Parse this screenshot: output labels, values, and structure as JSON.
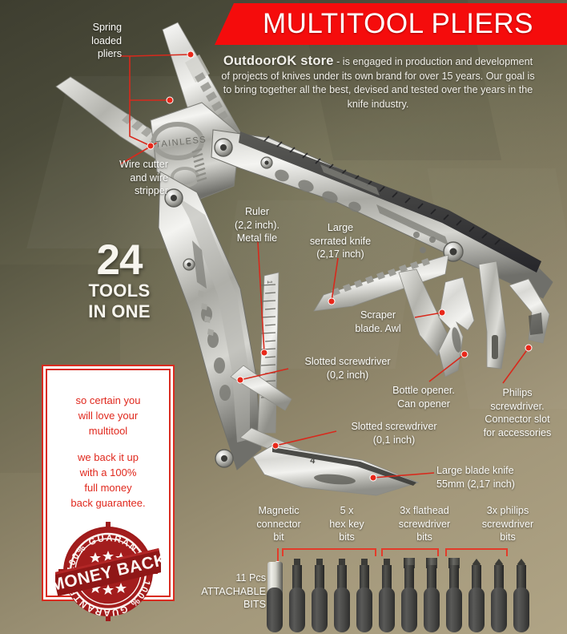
{
  "header": {
    "title": "MULTITOOL PLIERS",
    "banner_color": "#f50c0c"
  },
  "intro": {
    "brand": "OutdoorOK store",
    "body": " - is engaged in production and development of projects of knives under its own brand for over 15 years. Our goal is to bring together all the best, devised and tested over the years in the knife industry."
  },
  "tools_count": {
    "number": "24",
    "line1": "TOOLS",
    "line2": "IN ONE"
  },
  "guarantee": {
    "paragraph1": "so certain you\nwill love your\nmultitool",
    "paragraph2": "we back it up\nwith a 100%\nfull money\nback guarantee.",
    "seal": {
      "top_arc": "100% GUARANTEE",
      "bottom_arc": "100% GUARANTEE",
      "banner": "MONEY BACK",
      "color": "#9e1b1b"
    },
    "text_color": "#e0281d",
    "border_color": "#d92b20"
  },
  "callouts": [
    {
      "id": "spring-loaded-pliers",
      "text": "Spring\nloaded\npliers"
    },
    {
      "id": "wire-cutter",
      "text": "Wire cutter\nand wire\nstripper"
    },
    {
      "id": "ruler-metal-file",
      "text": "Ruler\n(2,2 inch).\nMetal file"
    },
    {
      "id": "large-serrated-knife",
      "text": "Large\nserrated knife\n(2,17 inch)"
    },
    {
      "id": "scraper-blade-awl",
      "text": "Scraper\nblade. Awl"
    },
    {
      "id": "slotted-screwdriver-02",
      "text": "Slotted screwdriver\n(0,2 inch)"
    },
    {
      "id": "bottle-can-opener",
      "text": "Bottle opener.\nCan opener"
    },
    {
      "id": "philips-screwdriver",
      "text": "Philips\nscrewdriver.\nConnector slot\nfor accessories"
    },
    {
      "id": "slotted-screwdriver-01",
      "text": "Slotted screwdriver\n(0,1 inch)"
    },
    {
      "id": "large-blade-knife",
      "text": "Large blade knife\n55mm (2,17 inch)"
    }
  ],
  "bits_section": {
    "count_label": "11 Pcs\nATTACHABLE\nBITS",
    "groups": [
      {
        "id": "magnetic-connector",
        "label": "Magnetic\nconnector\nbit",
        "count": 1
      },
      {
        "id": "hex-key",
        "label": "5 x\nhex key\nbits",
        "count": 5
      },
      {
        "id": "flathead",
        "label": "3x flathead\nscrewdriver\nbits",
        "count": 3
      },
      {
        "id": "philips",
        "label": "3x philips\nscrewdriver\nbits",
        "count": 3
      }
    ],
    "bracket_color": "#e33b2a"
  },
  "colors": {
    "background_dark": "#3e3e30",
    "background_light": "#b0a485",
    "accent_red": "#e8281a",
    "label_text": "#fdfdfa"
  }
}
